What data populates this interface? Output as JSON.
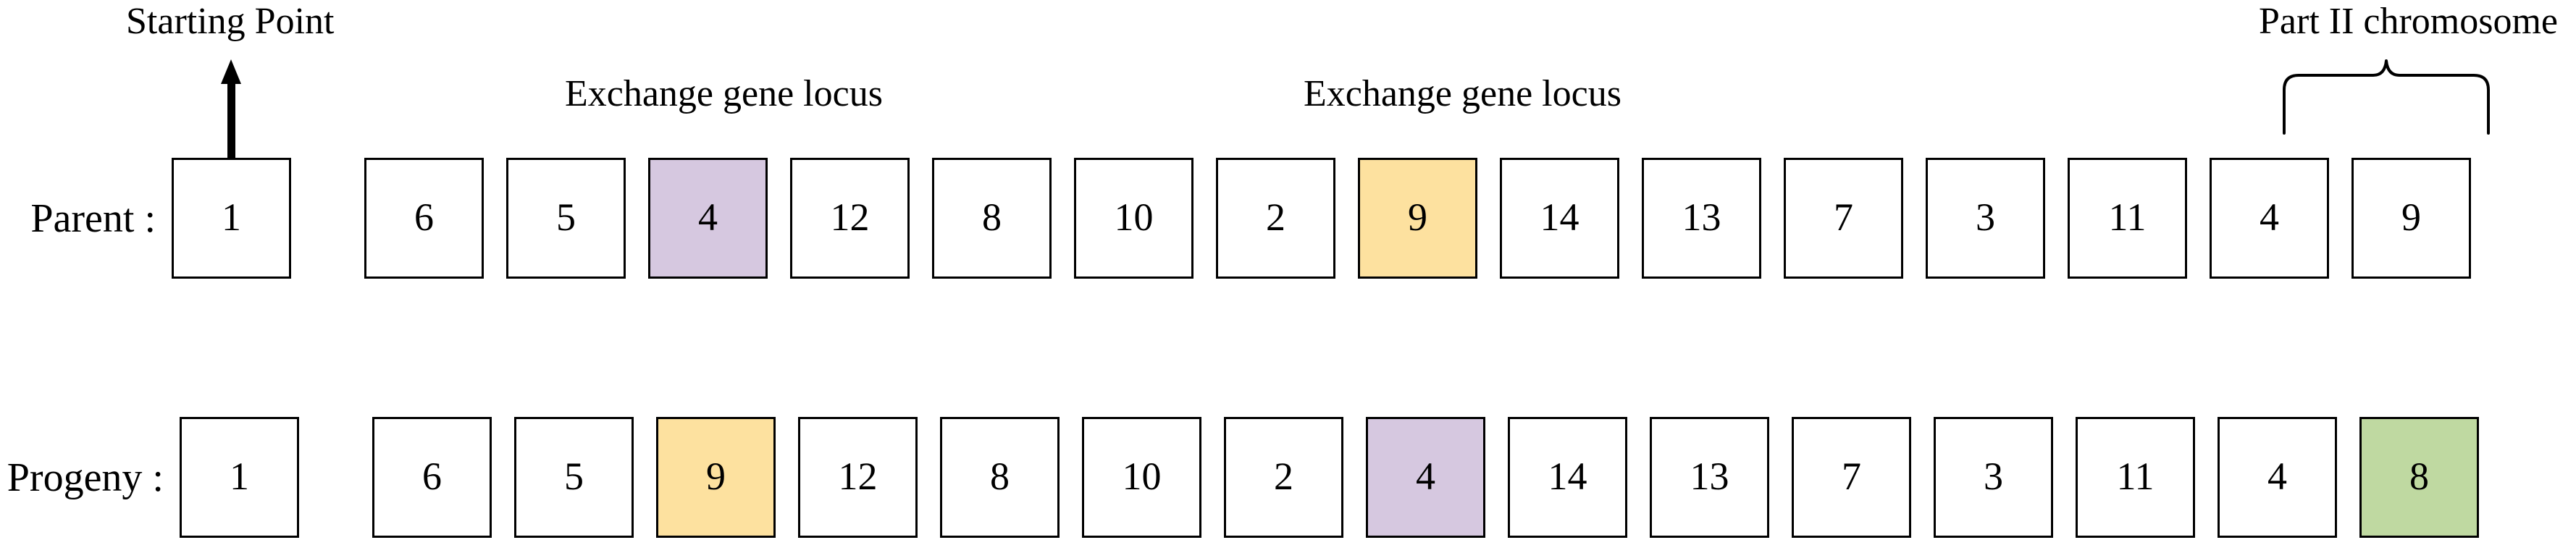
{
  "diagram": {
    "title_hidden": "",
    "annotations": {
      "starting_point": "Starting Point",
      "exchange_locus_1": "Exchange gene locus",
      "exchange_locus_2": "Exchange gene locus",
      "part_two_chromosome": "Part II chromosome"
    },
    "colors": {
      "purple": "#d6c8e0",
      "yellow": "#fde19f",
      "green": "#bfd9a1",
      "white": "#ffffff",
      "stroke": "#000000"
    },
    "rows": [
      {
        "name": "parent",
        "label": "Parent :",
        "cells": [
          {
            "value": "1",
            "fill": "white"
          },
          {
            "value": "6",
            "fill": "white"
          },
          {
            "value": "5",
            "fill": "white"
          },
          {
            "value": "4",
            "fill": "purple"
          },
          {
            "value": "12",
            "fill": "white"
          },
          {
            "value": "8",
            "fill": "white"
          },
          {
            "value": "10",
            "fill": "white"
          },
          {
            "value": "2",
            "fill": "white"
          },
          {
            "value": "9",
            "fill": "yellow"
          },
          {
            "value": "14",
            "fill": "white"
          },
          {
            "value": "13",
            "fill": "white"
          },
          {
            "value": "7",
            "fill": "white"
          },
          {
            "value": "3",
            "fill": "white"
          },
          {
            "value": "11",
            "fill": "white"
          },
          {
            "value": "4",
            "fill": "white"
          },
          {
            "value": "9",
            "fill": "white"
          }
        ]
      },
      {
        "name": "progeny",
        "label": "Progeny :",
        "cells": [
          {
            "value": "1",
            "fill": "white"
          },
          {
            "value": "6",
            "fill": "white"
          },
          {
            "value": "5",
            "fill": "white"
          },
          {
            "value": "9",
            "fill": "yellow"
          },
          {
            "value": "12",
            "fill": "white"
          },
          {
            "value": "8",
            "fill": "white"
          },
          {
            "value": "10",
            "fill": "white"
          },
          {
            "value": "2",
            "fill": "white"
          },
          {
            "value": "4",
            "fill": "purple"
          },
          {
            "value": "14",
            "fill": "white"
          },
          {
            "value": "13",
            "fill": "white"
          },
          {
            "value": "7",
            "fill": "white"
          },
          {
            "value": "3",
            "fill": "white"
          },
          {
            "value": "11",
            "fill": "white"
          },
          {
            "value": "4",
            "fill": "white"
          },
          {
            "value": "8",
            "fill": "green"
          }
        ]
      }
    ]
  }
}
